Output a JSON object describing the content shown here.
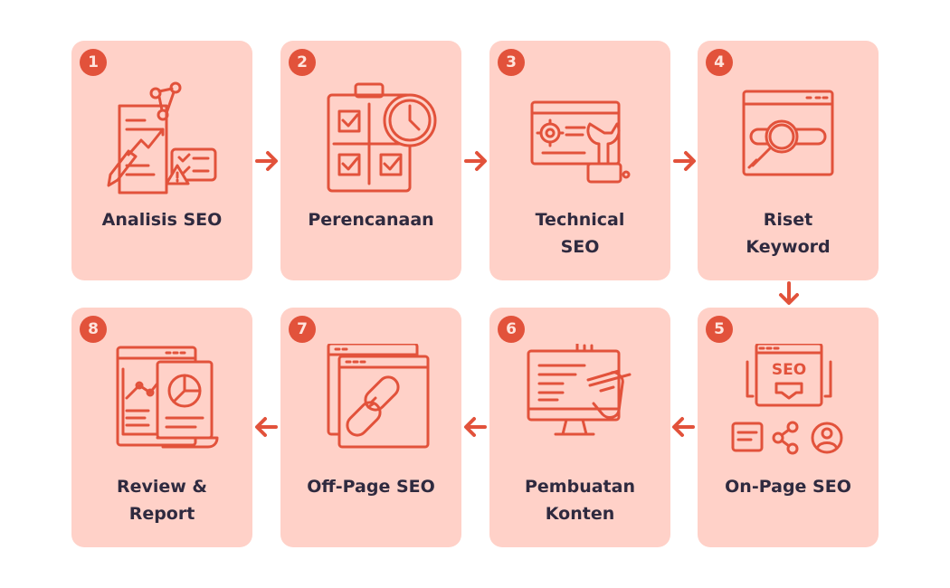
{
  "colors": {
    "card": "#ffd1c8",
    "accent": "#e2523b",
    "text": "#2f2a3f"
  },
  "steps": [
    {
      "num": "1",
      "label": "Analisis SEO",
      "icon": "seo-analysis-icon"
    },
    {
      "num": "2",
      "label": "Perencanaan",
      "icon": "planning-checklist-clock-icon"
    },
    {
      "num": "3",
      "label": "Technical\nSEO",
      "icon": "technical-settings-wrench-icon"
    },
    {
      "num": "4",
      "label": "Riset\nKeyword",
      "icon": "keyword-search-browser-icon"
    },
    {
      "num": "5",
      "label": "On-Page SEO",
      "icon": "on-page-seo-monitor-icon"
    },
    {
      "num": "6",
      "label": "Pembuatan\nKonten",
      "icon": "content-writing-monitor-icon"
    },
    {
      "num": "7",
      "label": "Off-Page SEO",
      "icon": "link-building-chain-icon"
    },
    {
      "num": "8",
      "label": "Review &\nReport",
      "icon": "report-chart-icon"
    }
  ]
}
